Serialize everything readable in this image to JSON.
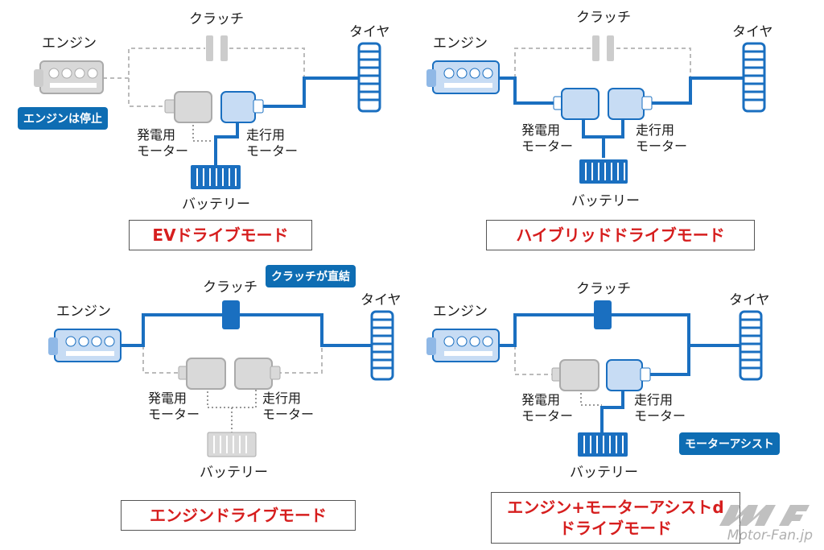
{
  "labels": {
    "clutch": "クラッチ",
    "engine": "エンジン",
    "tire": "タイヤ",
    "gen_motor": "発電用\nモーター",
    "drive_motor": "走行用\nモーター",
    "battery": "バッテリー"
  },
  "panels": [
    {
      "mode_title": "EVドライブモード",
      "badge": "エンジンは停止"
    },
    {
      "mode_title": "ハイブリッドドライブモード"
    },
    {
      "mode_title": "エンジンドライブモード",
      "badge": "クラッチが直結"
    },
    {
      "mode_title": "エンジン+モーターアシストd\nドライブモード",
      "badge": "モーターアシスト"
    }
  ],
  "watermark": "Motor-Fan.jp",
  "colors": {
    "active": "#1a6fc0",
    "inactive": "#bfbfbf",
    "title_red": "#d61e1e",
    "badge_bg": "#0e6db3"
  }
}
